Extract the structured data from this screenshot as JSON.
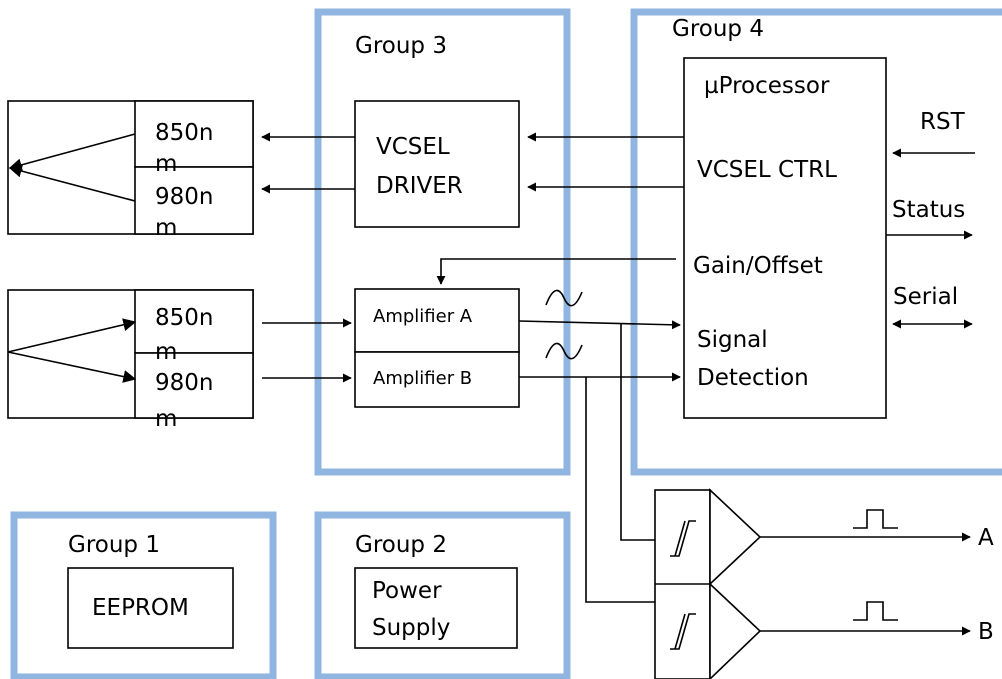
{
  "colors": {
    "group_border": "#8fb5e0",
    "line": "#000000",
    "background": "#ffffff"
  },
  "groups": {
    "group1": {
      "title": "Group 1",
      "eeprom": "EEPROM"
    },
    "group2": {
      "title": "Group 2",
      "power_supply": [
        "Power",
        "Supply"
      ]
    },
    "group3": {
      "title": "Group 3",
      "vcsel_driver": [
        "VCSEL",
        "DRIVER"
      ],
      "amplifier_a": "Amplifier A",
      "amplifier_b": "Amplifier B"
    },
    "group4": {
      "title": "Group 4",
      "processor": "µProcessor",
      "vcsel_ctrl": "VCSEL CTRL",
      "gain_offset": "Gain/Offset",
      "signal_detection": [
        "Signal",
        "Detection"
      ]
    }
  },
  "transmitter": {
    "wavelength_850": [
      "850n",
      "m"
    ],
    "wavelength_980": [
      "980n",
      "m"
    ]
  },
  "receiver": {
    "wavelength_850": [
      "850n",
      "m"
    ],
    "wavelength_980": [
      "980n",
      "m"
    ]
  },
  "signals": {
    "rst": "RST",
    "status": "Status",
    "serial": "Serial",
    "output_a": "A",
    "output_b": "B"
  },
  "icons": [
    "arrow-left-icon",
    "arrow-right-icon",
    "double-arrow-icon",
    "sine-wave-icon",
    "pulse-icon",
    "schmitt-trigger-icon"
  ]
}
